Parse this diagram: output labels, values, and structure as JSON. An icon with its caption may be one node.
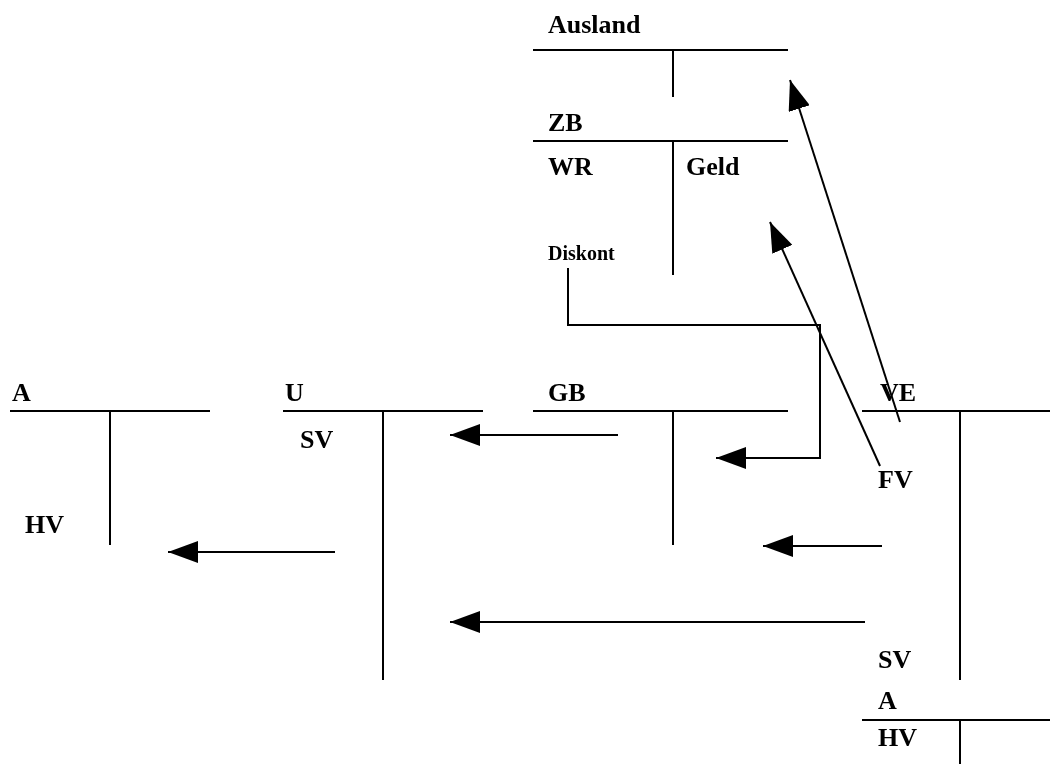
{
  "diagram": {
    "nodes": [
      {
        "text": [
          "Ausland"
        ]
      },
      {
        "text": [
          "ZB"
        ]
      },
      {
        "text": [
          "WR"
        ],
        "in": 1
      },
      {
        "text": [
          "Geld"
        ],
        "in": 1
      },
      {
        "text": [
          "Diskont"
        ],
        "in": 1
      },
      {
        "text": [
          "A"
        ]
      },
      {
        "text": [
          "HV"
        ],
        "in": 5
      },
      {
        "text": [
          "U"
        ]
      },
      {
        "text": [
          "SV"
        ],
        "in": 7
      },
      {
        "text": [
          "GB"
        ]
      },
      {
        "text": [
          "VE"
        ]
      },
      {
        "text": [
          "FV"
        ],
        "in": 10
      },
      {
        "text": [
          "SV"
        ],
        "in": 10
      },
      {
        "text": [
          "A"
        ]
      },
      {
        "text": [
          "HV"
        ],
        "in": 13
      }
    ],
    "edges": [
      {
        "from": 10,
        "to": 0,
        "arrow": "to"
      },
      {
        "from": 11,
        "to": 1,
        "arrow": "to"
      },
      {
        "from": 4,
        "to": 9,
        "arrow": "to"
      },
      {
        "from": 9,
        "to": 7,
        "arrow": "to"
      },
      {
        "from": 7,
        "to": 5,
        "arrow": "to"
      },
      {
        "from": 10,
        "to": 9,
        "arrow": "to"
      },
      {
        "from": 10,
        "to": 7,
        "arrow": "to"
      }
    ]
  }
}
